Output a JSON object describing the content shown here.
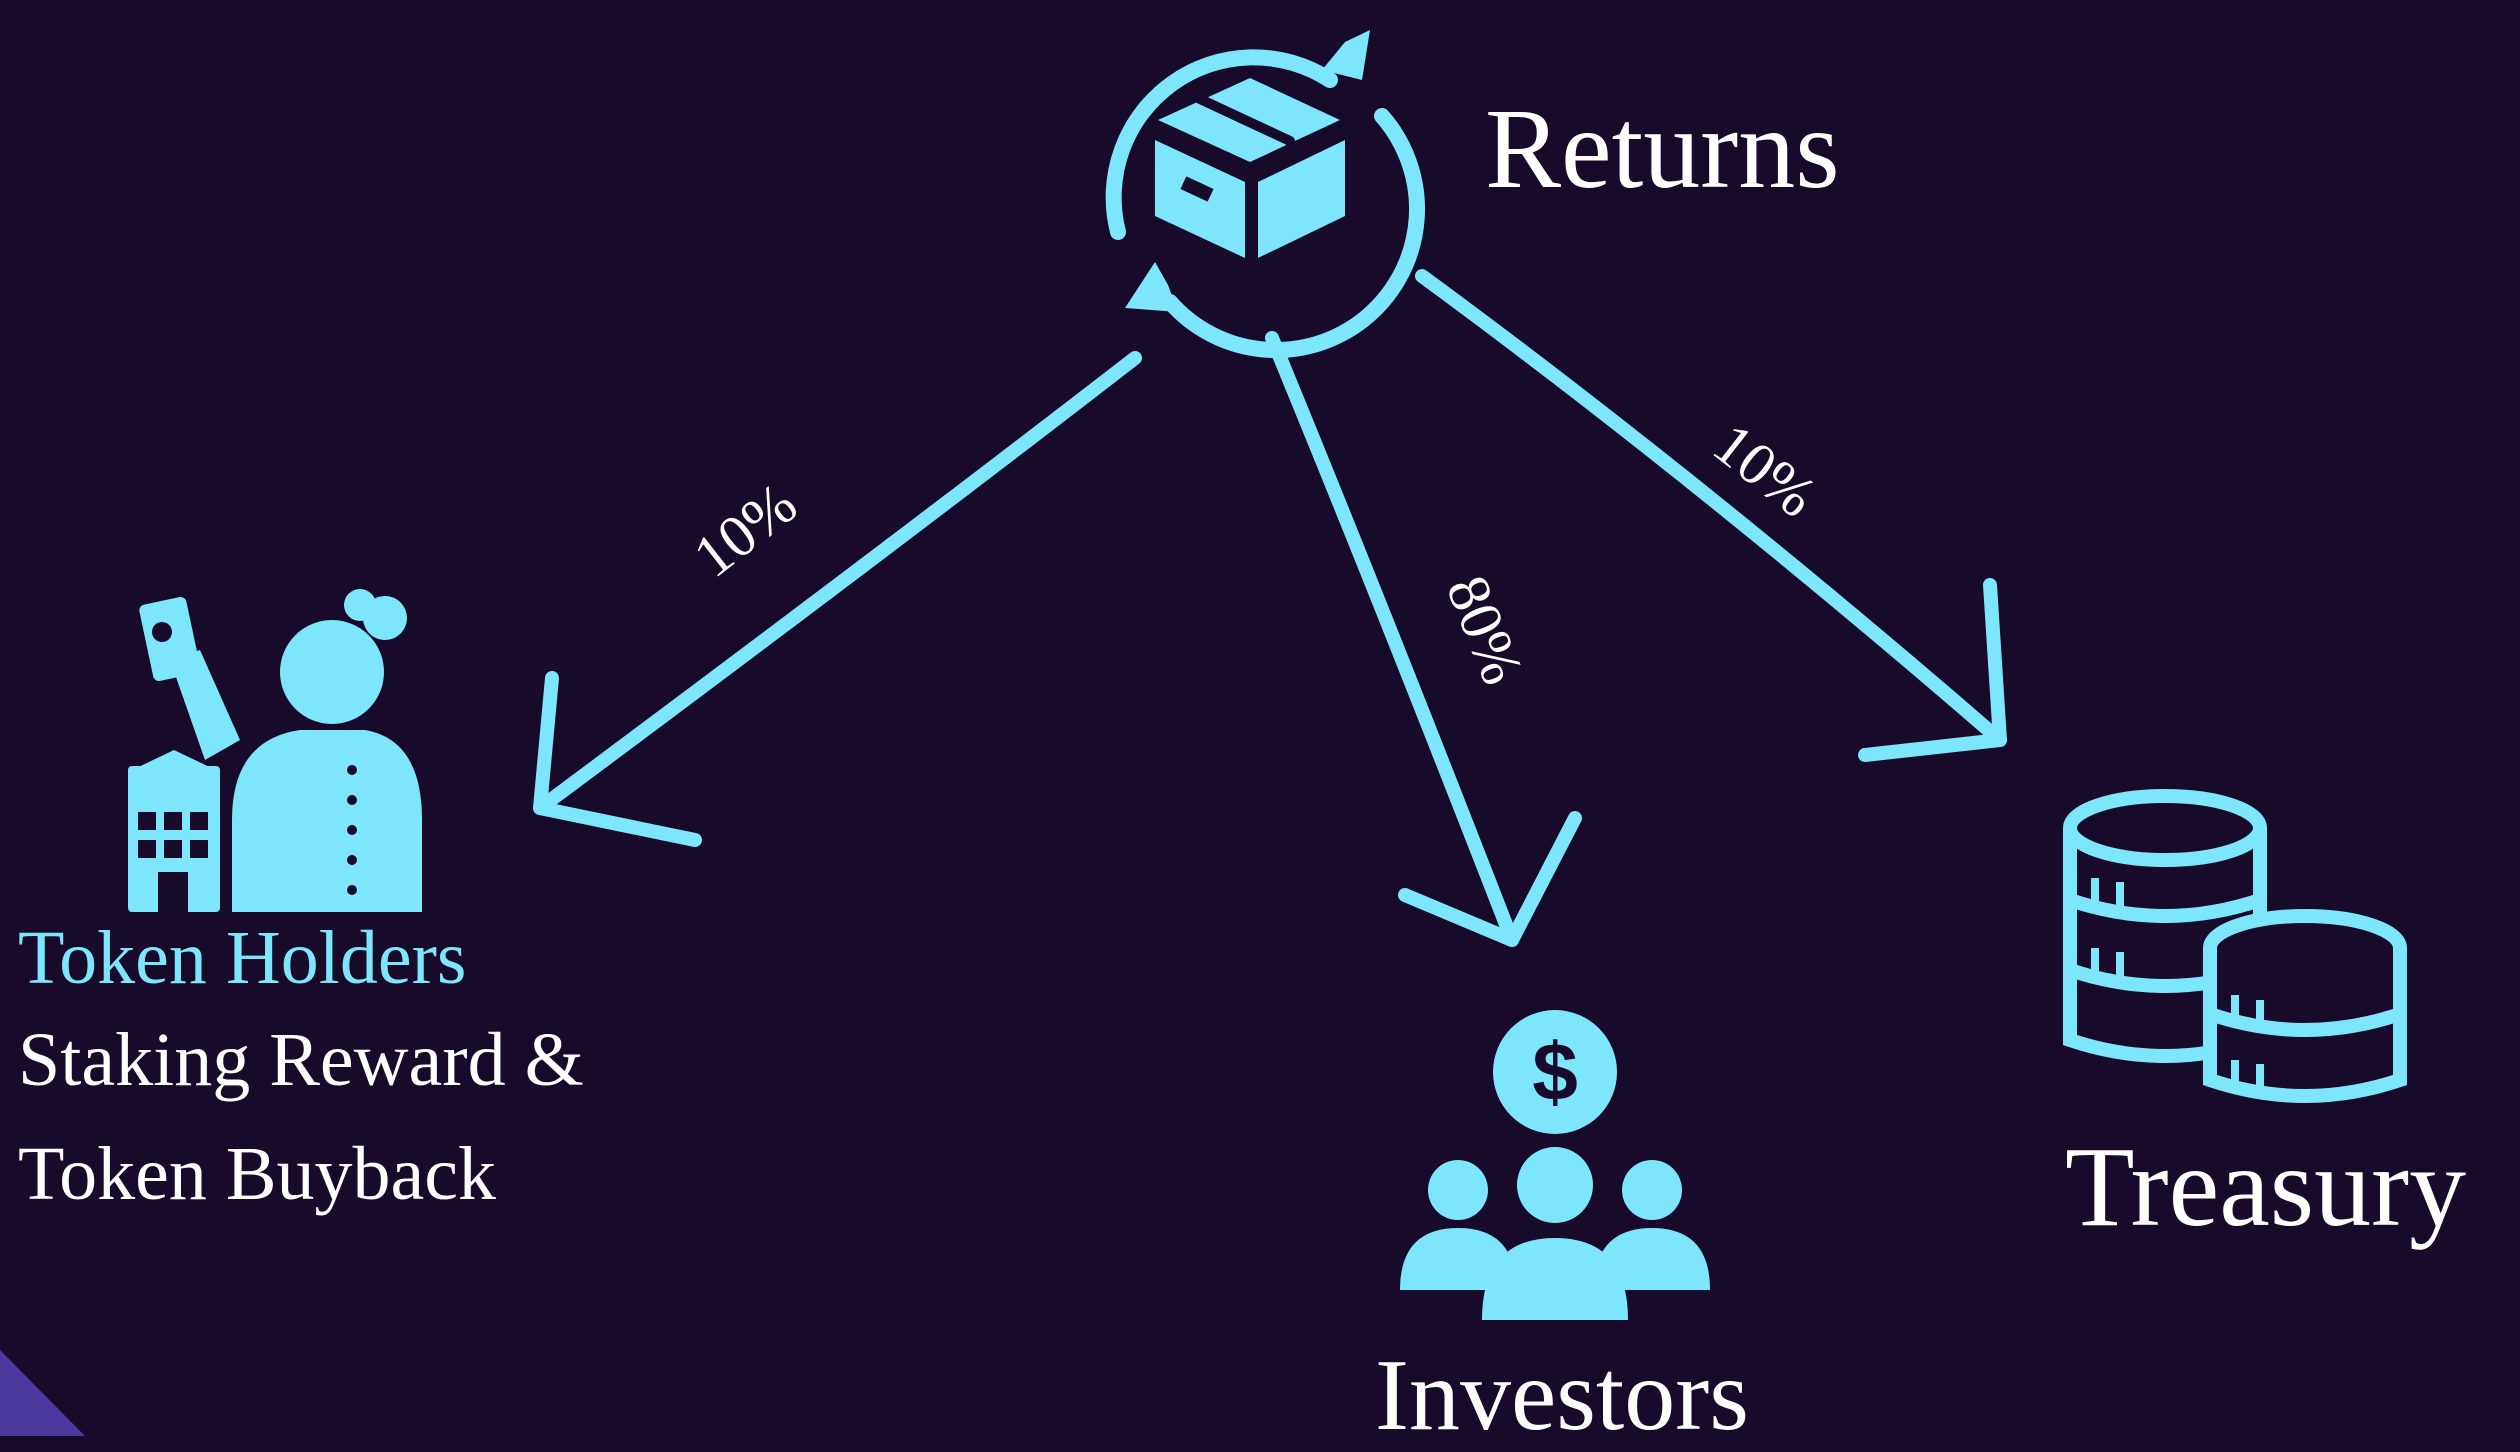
{
  "nodes": {
    "returns": {
      "label": "Returns"
    },
    "token_holders": {
      "title": "Token Holders",
      "line1": "Staking Reward &",
      "line2": "Token Buyback"
    },
    "investors": {
      "label": "Investors"
    },
    "treasury": {
      "label": "Treasury"
    }
  },
  "edges": {
    "to_token_holders": {
      "percent": "10%"
    },
    "to_investors": {
      "percent": "80%"
    },
    "to_treasury": {
      "percent": "10%"
    }
  },
  "icons": {
    "returns": "box-cycle-icon",
    "token_holders": "person-building-icon",
    "investors": "group-dollar-icon",
    "treasury": "coin-stack-icon"
  },
  "colors": {
    "background": "#170a2b",
    "accent": "#7ee6fb",
    "text": "#ffffff",
    "corner": "#4b3a9c"
  }
}
